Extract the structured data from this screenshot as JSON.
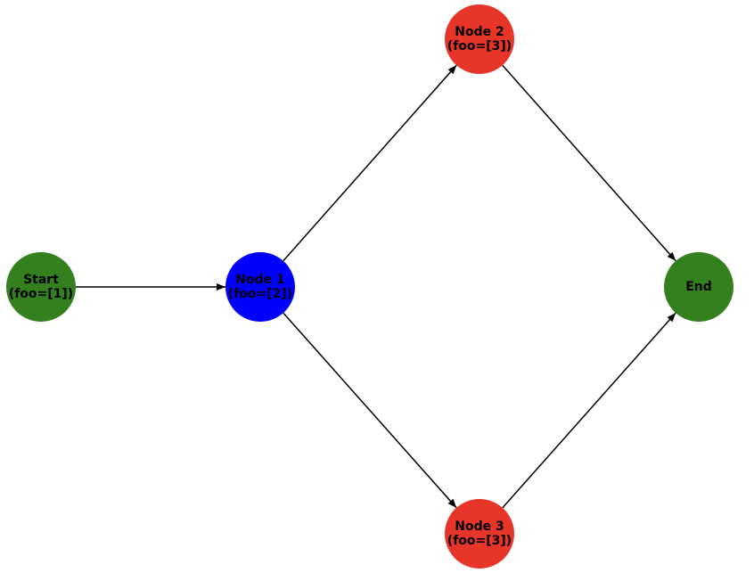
{
  "nodes": [
    {
      "id": "start",
      "lines": [
        "Start",
        "(foo=[1])"
      ],
      "color": "#34801f"
    },
    {
      "id": "node1",
      "lines": [
        "Node 1",
        "(foo=[2])"
      ],
      "color": "#0000ff"
    },
    {
      "id": "node2",
      "lines": [
        "Node 2",
        "(foo=[3])"
      ],
      "color": "#e8352a"
    },
    {
      "id": "node3",
      "lines": [
        "Node 3",
        "(foo=[3])"
      ],
      "color": "#e8352a"
    },
    {
      "id": "end",
      "lines": [
        "End"
      ],
      "color": "#34801f"
    }
  ],
  "edges": [
    {
      "from": "start",
      "to": "node1"
    },
    {
      "from": "node1",
      "to": "node2"
    },
    {
      "from": "node1",
      "to": "node3"
    },
    {
      "from": "node2",
      "to": "end"
    },
    {
      "from": "node3",
      "to": "end"
    }
  ],
  "edge_color": "#000000"
}
